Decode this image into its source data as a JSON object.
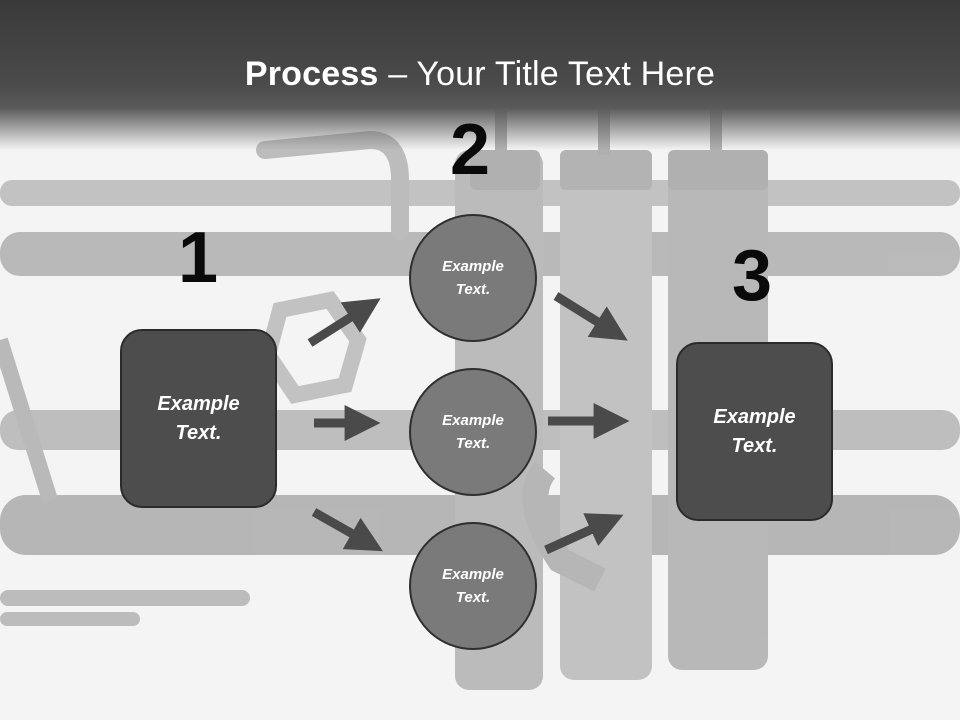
{
  "title": {
    "bold": "Process",
    "rest": " – Your Title Text Here"
  },
  "steps": [
    {
      "number": "1",
      "label": "Example\nText."
    },
    {
      "number": "2",
      "items": [
        "Example\nText.",
        "Example\nText.",
        "Example\nText."
      ]
    },
    {
      "number": "3",
      "label": "Example\nText."
    }
  ],
  "colors": {
    "title_band": "#3a3a3a",
    "box_fill": "#4d4d4d",
    "circle_fill": "#7a7a7a",
    "arrow": "#4a4a4a"
  }
}
